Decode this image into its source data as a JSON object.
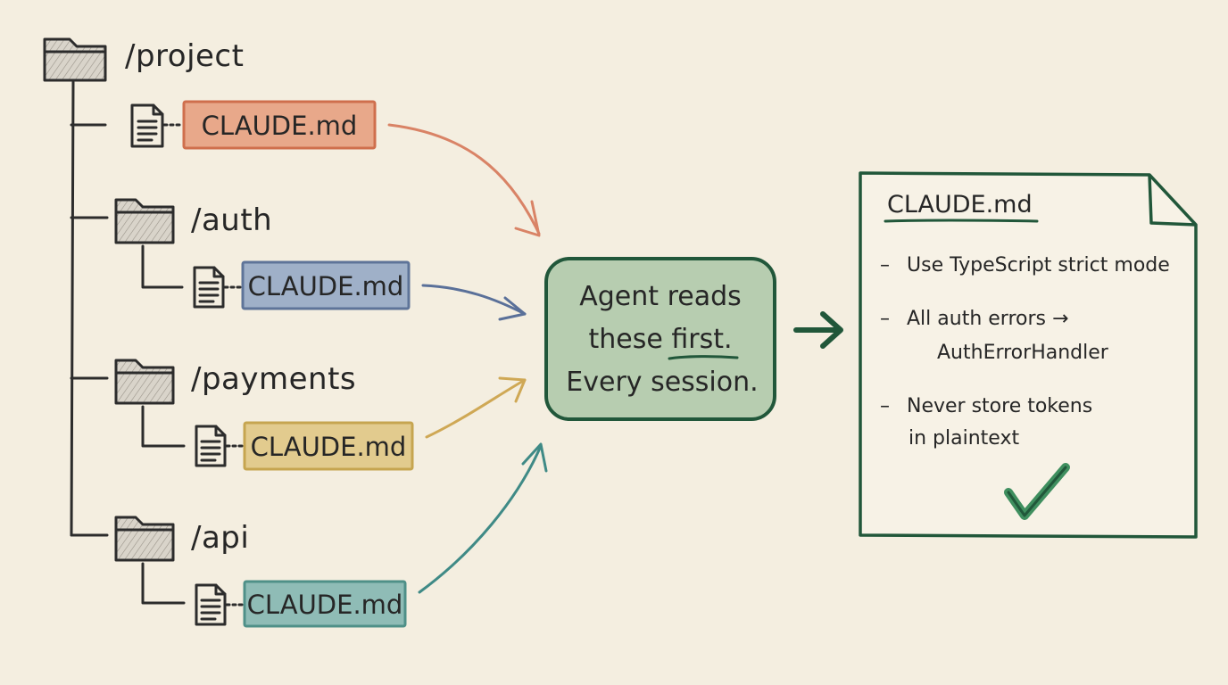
{
  "colors": {
    "background": "#f4eee0",
    "ink": "#2c2c2c",
    "root_file": "#e8a88a",
    "auth_file": "#9fb0c8",
    "payments_file": "#e2cb8e",
    "api_file": "#8fbcb6",
    "agent_box": "#b7cdb0",
    "green_accent": "#21573a"
  },
  "tree": {
    "root": {
      "label": "/project",
      "icon": "folder-icon",
      "file": {
        "label": "CLAUDE.md",
        "icon": "document-icon"
      }
    },
    "children": [
      {
        "id": "auth",
        "label": "/auth",
        "icon": "folder-icon",
        "file": {
          "label": "CLAUDE.md",
          "icon": "document-icon"
        }
      },
      {
        "id": "payments",
        "label": "/payments",
        "icon": "folder-icon",
        "file": {
          "label": "CLAUDE.md",
          "icon": "document-icon"
        }
      },
      {
        "id": "api",
        "label": "/api",
        "icon": "folder-icon",
        "file": {
          "label": "CLAUDE.md",
          "icon": "document-icon"
        }
      }
    ]
  },
  "agent": {
    "line1": "Agent reads",
    "line2_pre": "these ",
    "line2_emph": "first.",
    "line3": "Every session."
  },
  "note": {
    "title": "CLAUDE.md",
    "rules": [
      {
        "bullet": "–",
        "lines": [
          "Use TypeScript strict mode"
        ]
      },
      {
        "bullet": "–",
        "lines": [
          "All auth errors →",
          "AuthErrorHandler"
        ]
      },
      {
        "bullet": "–",
        "lines": [
          "Never store tokens",
          "in plaintext"
        ]
      }
    ],
    "check_icon": "checkmark-icon"
  }
}
